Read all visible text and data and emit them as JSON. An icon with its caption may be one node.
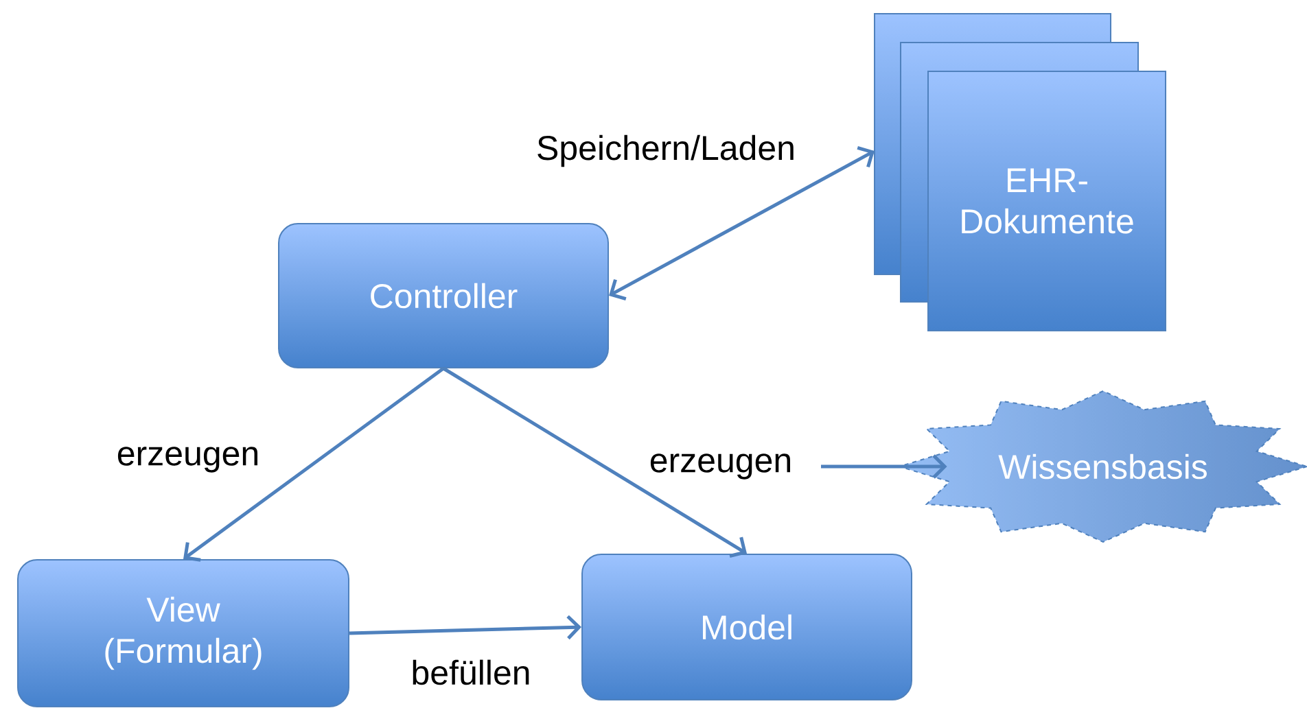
{
  "diagram": {
    "nodes": [
      {
        "text": [
          "EHR- Dokumente"
        ]
      },
      {
        "text": [
          "Controller"
        ]
      },
      {
        "text": [
          "Wissensbasis"
        ]
      },
      {
        "text": [
          "View (Formular)"
        ]
      },
      {
        "text": [
          "Model"
        ]
      }
    ],
    "edges": [
      {
        "from": 1,
        "to": 0,
        "arrow": "both",
        "label": "Speichern/Laden"
      },
      {
        "from": 1,
        "to": 3,
        "arrow": "to",
        "label": "erzeugen"
      },
      {
        "from": 1,
        "to": 4,
        "arrow": "to",
        "label": "erzeugen"
      },
      {
        "from": 3,
        "to": 4,
        "arrow": "to",
        "label": "befüllen"
      },
      {
        "from": null,
        "to": 2,
        "arrow": "to"
      }
    ]
  }
}
